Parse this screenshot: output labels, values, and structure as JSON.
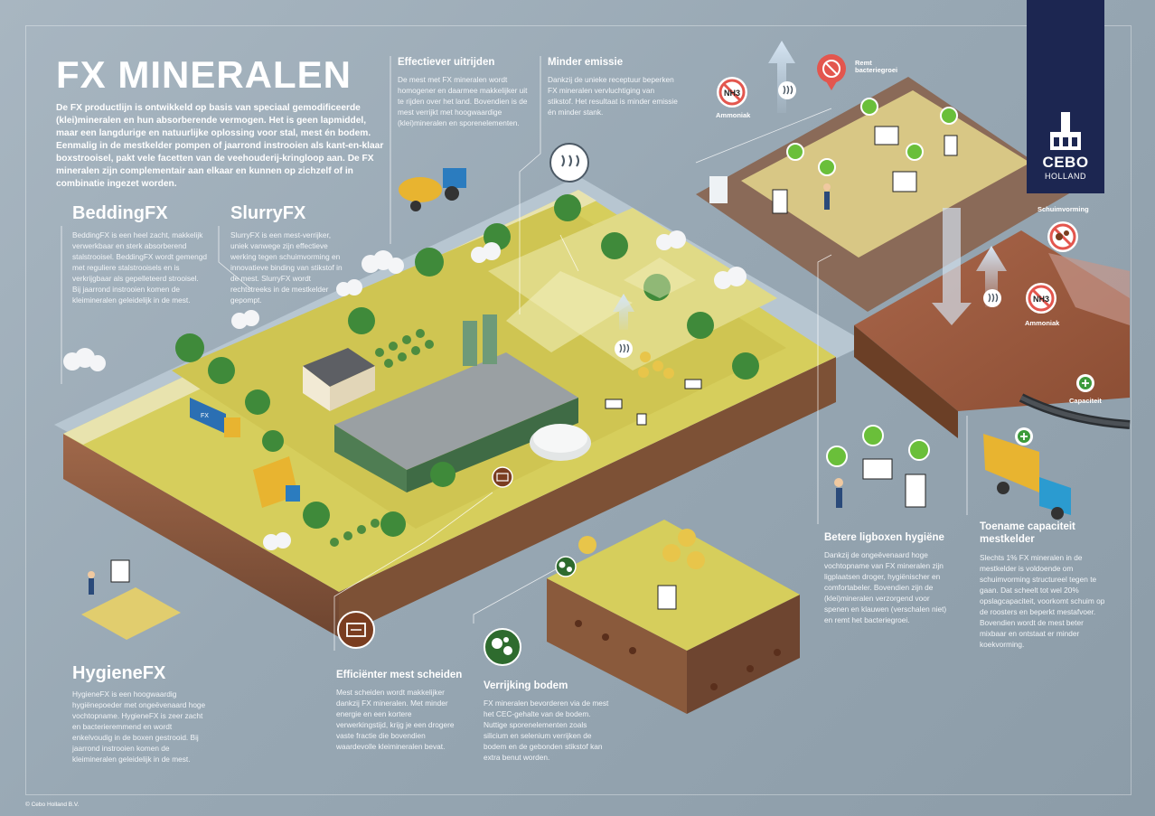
{
  "title": "FX MINERALEN",
  "intro": "De FX productlijn is ontwikkeld op basis van speciaal gemodificeerde (klei)mineralen en hun absorberende vermogen. Het is geen lapmiddel, maar een langdurige en natuurlijke oplossing voor stal, mest én bodem. Eenmalig in de mestkelder pompen of jaarrond instrooien als kant-en-klaar boxstrooisel, pakt vele facetten van de veehouderij-kringloop aan. De FX mineralen zijn complementair aan elkaar en kunnen op zichzelf of in combinatie ingezet worden.",
  "brand": {
    "name": "CEBO",
    "sub": "HOLLAND",
    "color": "#1c2651"
  },
  "sections": {
    "bedding": {
      "title": "BeddingFX",
      "body": "BeddingFX is een heel zacht, makkelijk verwerkbaar en sterk absorberend stalstrooisel. BeddingFX wordt gemengd met reguliere stalstrooisels en is verkrijgbaar als gepelleteerd strooisel. Bij jaarrond instrooien komen de kleimineralen geleidelijk in de mest."
    },
    "slurry": {
      "title": "SlurryFX",
      "body": "SlurryFX is een mest-verrijker, uniek vanwege zijn effectieve werking tegen schuimvorming en innovatieve binding van stikstof in de mest. SlurryFX wordt rechtstreeks in de mestkelder gepompt."
    },
    "hygiene": {
      "title": "HygieneFX",
      "body": "HygieneFX is een hoogwaardig hygiënepoeder met ongeëvenaard hoge vochtopname. HygieneFX is zeer zacht en bacterieremmend en wordt enkelvoudig in de boxen gestrooid. Bij jaarrond instrooien komen de kleimineralen geleidelijk in de mest."
    },
    "uitrijden": {
      "title": "Effectiever uitrijden",
      "body": "De mest met FX mineralen wordt homogener en daarmee makkelijker uit te rijden over het land. Bovendien is de mest verrijkt met hoogwaardige (klei)mineralen en sporenelementen."
    },
    "emissie": {
      "title": "Minder emissie",
      "body": "Dankzij de unieke receptuur beperken FX mineralen vervluchtiging van stikstof. Het resultaat is minder emissie én minder stank."
    },
    "scheiden": {
      "title": "Efficiënter mest scheiden",
      "body": "Mest scheiden wordt makkelijker dankzij FX mineralen. Met minder energie en een kortere verwerkingstijd, krijg je een drogere vaste fractie die bovendien waardevolle kleimineralen bevat."
    },
    "bodem": {
      "title": "Verrijking bodem",
      "body": "FX mineralen bevorderen via de mest het CEC-gehalte van de bodem. Nuttige sporenelementen zoals silicium en selenium verrijken de bodem en de gebonden stikstof kan extra benut worden."
    },
    "ligboxen": {
      "title": "Betere ligboxen hygiëne",
      "body": "Dankzij de ongeëvenaard hoge vochtopname van FX mineralen zijn ligplaatsen droger, hygiënischer en comfortabeler. Bovendien zijn de (klei)mineralen verzorgend voor spenen en klauwen (verschalen niet) en remt het bacteriegroei."
    },
    "capaciteit": {
      "title": "Toename capaciteit mestkelder",
      "body": "Slechts 1% FX mineralen in de mestkelder is voldoende om schuimvorming structureel tegen te gaan. Dat scheelt tot wel 20% opslagcapaciteit, voorkomt schuim op de roosters en beperkt mestafvoer. Bovendien wordt de mest beter mixbaar en ontstaat er minder koekvorming."
    }
  },
  "labels": {
    "ammoniak_top": "Ammoniak",
    "remt": "Remt bacteriegroei",
    "schuim": "Schuimvorming",
    "ammoniak_right": "Ammoniak",
    "capaciteit": "Capaciteit",
    "nh3": "NH3",
    "truck": "FX"
  },
  "copyright": "© Cebo Holland B.V.",
  "colors": {
    "grass": "#d7cf5e",
    "soil": "#8a5a3c",
    "water": "#b9c9d4",
    "accent_green": "#6abf3a",
    "accent_red": "#e3564e",
    "brown_icon": "#7a3d20",
    "dark_green_icon": "#2e6b2e"
  }
}
